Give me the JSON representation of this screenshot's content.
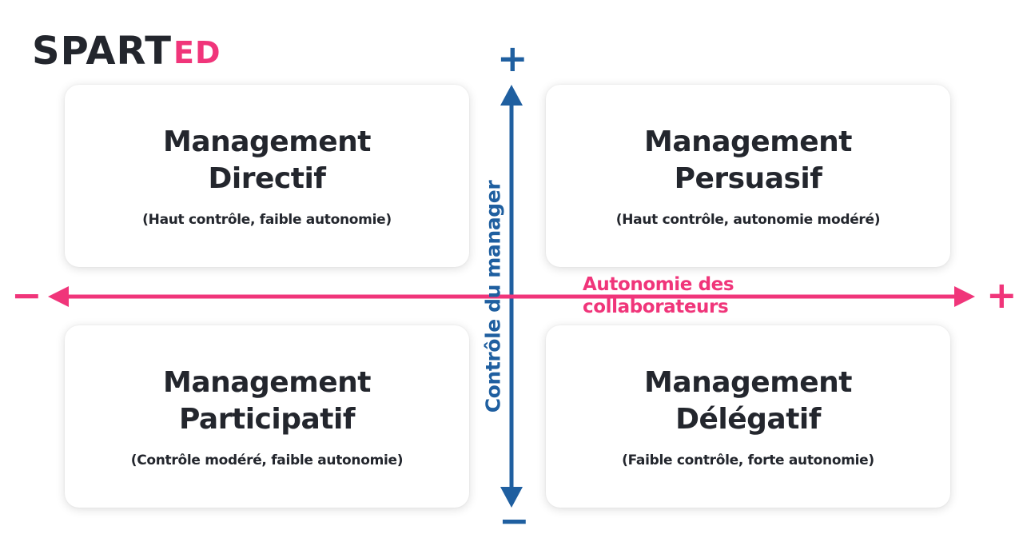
{
  "logo": {
    "main": "SPART",
    "accent": "ED"
  },
  "colors": {
    "dark_text": "#23262d",
    "vertical_axis": "#1f5fa0",
    "horizontal_axis": "#f0357a"
  },
  "axes": {
    "vertical": {
      "label": "Contrôle du manager",
      "top_sign": "+",
      "bottom_sign": "−"
    },
    "horizontal": {
      "label_line1": "Autonomie des",
      "label_line2": "collaborateurs",
      "left_sign": "−",
      "right_sign": "+"
    }
  },
  "quadrants": {
    "top_left": {
      "title_line1": "Management",
      "title_line2": "Directif",
      "subtitle": "(Haut contrôle, faible autonomie)"
    },
    "top_right": {
      "title_line1": "Management",
      "title_line2": "Persuasif",
      "subtitle": "(Haut contrôle,  autonomie modéré)"
    },
    "bottom_left": {
      "title_line1": "Management",
      "title_line2": "Participatif",
      "subtitle": "(Contrôle modéré, faible autonomie)"
    },
    "bottom_right": {
      "title_line1": "Management",
      "title_line2": "Délégatif",
      "subtitle": "(Faible contrôle, forte autonomie)"
    }
  }
}
